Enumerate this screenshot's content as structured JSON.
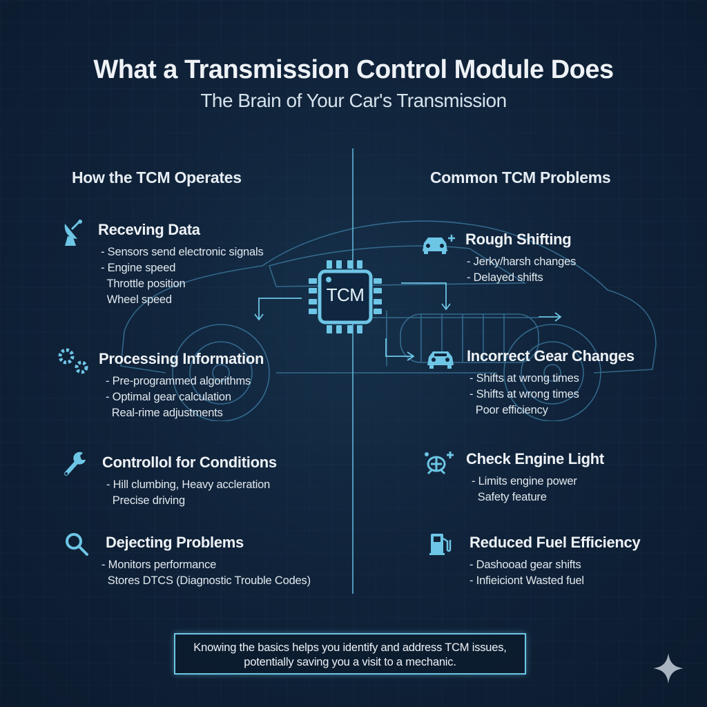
{
  "header": {
    "title": "What a Transmission Control Module Does",
    "subtitle": "The Brain of Your Car's Transmission"
  },
  "center": {
    "chip_label": "TCM",
    "chip_icon": "microchip-icon"
  },
  "left_column": {
    "heading": "How the TCM Operates",
    "sections": [
      {
        "icon": "satellite-dish-icon",
        "title": "Receving Data",
        "lines": "- Sensors send electronic signals\n- Engine speed\n  Throttle position\n  Wheel speed"
      },
      {
        "icon": "gears-icon",
        "title": "Processing Information",
        "lines": "- Pre-programmed algorithms\n- Optimal gear calculation\n  Real-rime adjustments"
      },
      {
        "icon": "wrench-icon",
        "title": "Controllol for Conditions",
        "lines": "- Hill clumbing, Heavy accleration\n  Precise driving"
      },
      {
        "icon": "magnifier-icon",
        "title": "Dejecting Problems",
        "lines": "- Monitors performance\n  Stores DTCS (Diagnostic Trouble Codes)"
      }
    ]
  },
  "right_column": {
    "heading": "Common TCM Problems",
    "sections": [
      {
        "icon": "car-repair-icon",
        "title": "Rough Shifting",
        "lines": "- Jerky/harsh changes\n- Delayed shifts"
      },
      {
        "icon": "car-icon",
        "title": "Incorrect Gear Changes",
        "lines": "- Shifts at wrong times\n- Shifts at wrong times\n  Poor efficiency"
      },
      {
        "icon": "turtle-limp-mode-icon",
        "title": "Check Engine Light",
        "lines": "- Limits engine power\n  Safety feature"
      },
      {
        "icon": "fuel-pump-icon",
        "title": "Reduced Fuel Efficiency",
        "lines": "- Dashooad gear shifts\n- Infieiciont Wasted fuel"
      }
    ]
  },
  "footer": {
    "line1": "Knowing the basics helps you identify and address TCM issues,",
    "line2": "potentially saving you a visit to a mechanic."
  },
  "colors": {
    "background": "#10233a",
    "accent": "#6ec6e6",
    "text": "#eef2f6"
  }
}
